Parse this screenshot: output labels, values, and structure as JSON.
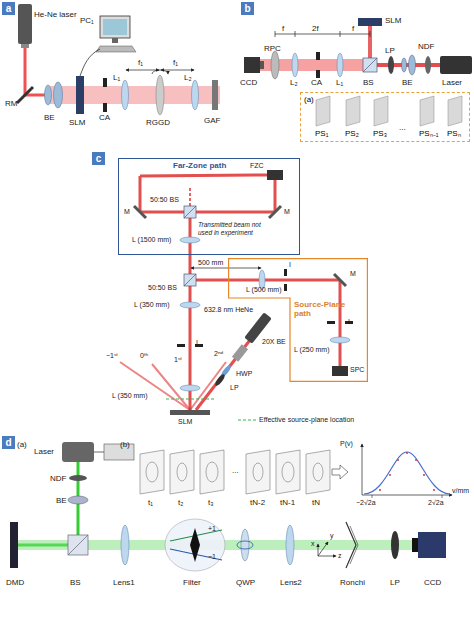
{
  "diagram": {
    "nodes": [
      {
        "text": [
          "a"
        ]
      },
      {
        "text": [
          "b"
        ]
      },
      {
        "text": [
          "(a)",
          "PS₁",
          "PS₂",
          "PS₃",
          "...",
          "PSₙ₋₁",
          "PSₙ"
        ]
      },
      {
        "text": [
          "c"
        ]
      },
      {
        "text": [
          "Far-Zone path"
        ]
      },
      {
        "text": [
          "Source-Plane path"
        ]
      },
      {
        "text": [
          "d"
        ]
      }
    ],
    "labels": [
      "He-Ne laser",
      "PC₁",
      "RM",
      "BE",
      "SLM",
      "CA",
      "L₁",
      "f₁",
      "f₁",
      "RGGD",
      "L₂",
      "GAF",
      "f",
      "2f",
      "f",
      "SLM",
      "BS",
      "L₁",
      "LP",
      "BE",
      "NDF",
      "Laser",
      "CA",
      "L₂",
      "RPC",
      "CCD",
      "FZC",
      "M",
      "M",
      "50:50 BS",
      "Transmitted beam not used in experiment",
      "L (1500 mm)",
      "500 mm",
      "50:50 BS",
      "L (350 mm)",
      "L (500 mm)",
      "M",
      "I",
      "I",
      "L (250 mm)",
      "SPC",
      "632.8 nm HeNe",
      "20X BE",
      "HWP",
      "LP",
      "−1ˢᵗ",
      "0ᵗʰ",
      "1ˢᵗ",
      "2ⁿᵈ",
      "I",
      "L (350 mm)",
      "SLM",
      "(a)",
      "Laser",
      "NDF",
      "BE",
      "(b)",
      "t₁",
      "t₂",
      "t₃",
      "...",
      "tN-2",
      "tN-1",
      "tN",
      "P(v)",
      "v/mm",
      "−2√2a",
      "2√2a",
      "DMD",
      "BS",
      "Lens1",
      "Filter",
      "+1",
      "−1",
      "QWP",
      "x",
      "y",
      "z",
      "Lens2",
      "Ronchi",
      "LP",
      "CCD"
    ],
    "legend": [
      {
        "text": "Effective source-plane location"
      }
    ]
  }
}
